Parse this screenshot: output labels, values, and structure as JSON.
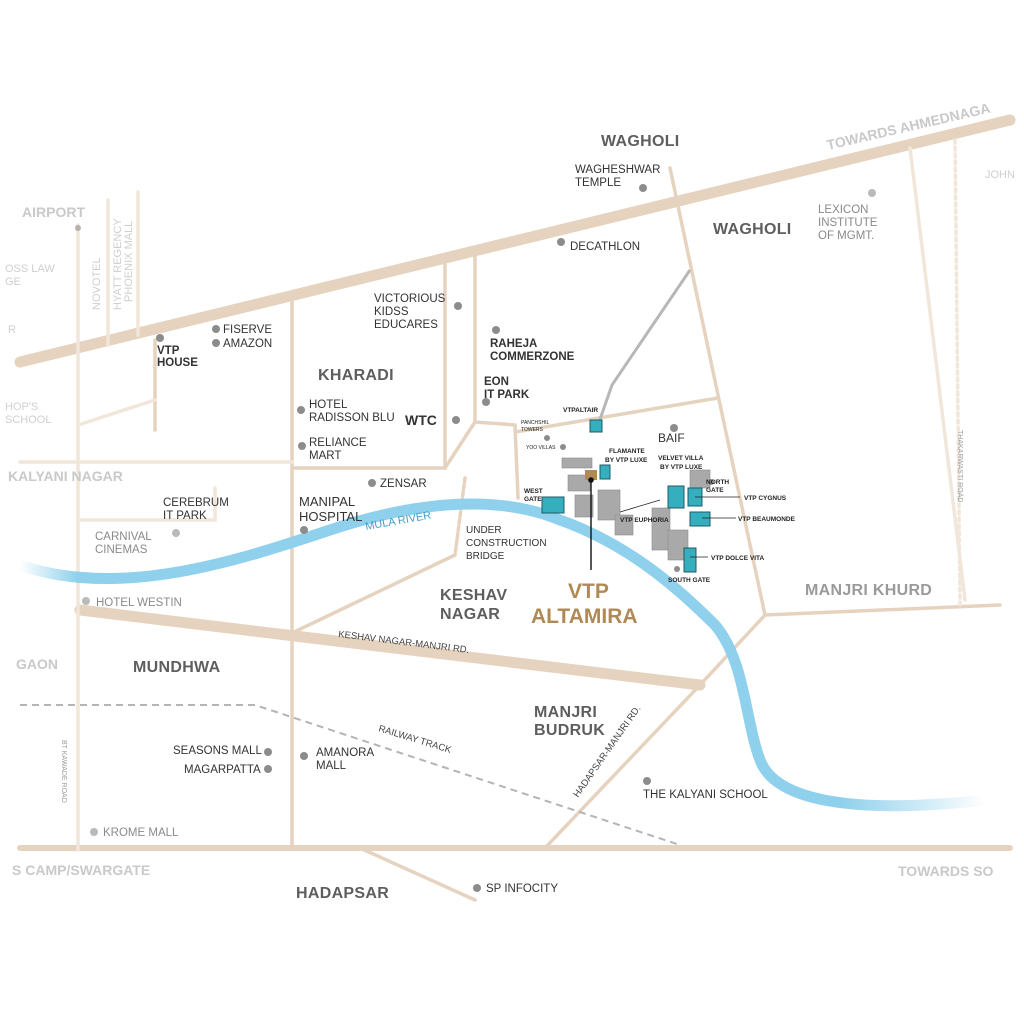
{
  "areas": {
    "wagholi_top": "WAGHOLI",
    "wagholi": "WAGHOLI",
    "kharadi": "KHARADI",
    "keshav_nagar_1": "KESHAV",
    "keshav_nagar_2": "NAGAR",
    "mundhwa": "MUNDHWA",
    "manjri_budruk_1": "MANJRI",
    "manjri_budruk_2": "BUDRUK",
    "manjri_khurd": "MANJRI KHURD",
    "hadapsar": "HADAPSAR",
    "kalyani_nagar": "KALYANI NAGAR",
    "airport": "AIRPORT",
    "koregaon": "GAON",
    "camp": "S CAMP/SWARGATE",
    "towards_ahmednagar": "TOWARDS AHMEDNAGA",
    "towards_solapur": "TOWARDS SO"
  },
  "pois": {
    "wagheshwar_1": "WAGHESHWAR",
    "wagheshwar_2": "TEMPLE",
    "decathlon": "DECATHLON",
    "lexicon_1": "LEXICON",
    "lexicon_2": "INSTITUTE",
    "lexicon_3": "OF MGMT.",
    "victorious_1": "VICTORIOUS",
    "victorious_2": "KIDSS",
    "victorious_3": "EDUCARES",
    "raheja_1": "RAHEJA",
    "raheja_2": "COMMERZONE",
    "eon_1": "EON",
    "eon_2": "IT PARK",
    "fiserve": "FISERVE",
    "amazon": "AMAZON",
    "vtp_house_1": "VTP",
    "vtp_house_2": "HOUSE",
    "radisson_1": "HOTEL",
    "radisson_2": "RADISSON BLU",
    "wtc": "WTC",
    "reliance_1": "RELIANCE",
    "reliance_2": "MART",
    "zensar": "ZENSAR",
    "manipal_1": "MANIPAL",
    "manipal_2": "HOSPITAL",
    "cerebrum_1": "CEREBRUM",
    "cerebrum_2": "IT PARK",
    "carnival_1": "CARNIVAL",
    "carnival_2": "CINEMAS",
    "hotel_westin": "HOTEL WESTIN",
    "under_construction_1": "UNDER",
    "under_construction_2": "CONSTRUCTION",
    "under_construction_3": "BRIDGE",
    "seasons_mall": "SEASONS MALL",
    "magarpatta": "MAGARPATTA",
    "amanora_1": "AMANORA",
    "amanora_2": "MALL",
    "kalyani_school": "THE KALYANI SCHOOL",
    "krome_mall": "KROME MALL",
    "sp_infocity": "SP INFOCITY",
    "baif": "BAIF",
    "novotel": "NOVOTEL",
    "hyatt": "HYATT REGENCY",
    "phoenix": "PHOENIX MALL",
    "symbiosis_1": "OSS LAW",
    "symbiosis_2": "GE",
    "bishops_1": "HOP'S",
    "bishops_2": "SCHOOL",
    "ar": "R",
    "johnson": "JOHN",
    "thakarwasti": "THAKARWASTI ROAD",
    "bt_kawade": "BT KAWADE ROAD"
  },
  "roads": {
    "mula_river": "MULA RIVER",
    "keshav_manjri": "KESHAV NAGAR-MANJRI RD.",
    "railway": "RAILWAY TRACK",
    "hadapsar_manjri": "HADAPSAR-MANJRI RD."
  },
  "project": {
    "name_1": "VTP",
    "name_2": "ALTAMIRA",
    "vtp_altair": "VTPALTAIR",
    "panchshil_1": "PANCHSHIL",
    "panchshil_2": "TOWERS",
    "yoo_villas": "YOO VILLAS",
    "flamante_1": "FLAMANTE",
    "flamante_2": "BY VTP LUXE",
    "velvet_1": "VELVET VILLA",
    "velvet_2": "BY VTP LUXE",
    "north_gate_1": "NORTH",
    "north_gate_2": "GATE",
    "west_gate_1": "WEST",
    "west_gate_2": "GATE",
    "vtp_cygnus": "VTP CYGNUS",
    "vtp_euphoria": "VTP EUPHORIA",
    "vtp_beaumonde": "VTP BEAUMONDE",
    "vtp_dolce_vita": "VTP DOLCE VITA",
    "south_gate": "SOUTH GATE"
  },
  "colors": {
    "road": "#e6d3bf",
    "river": "#8fd0ec",
    "teal": "#35aebd",
    "accent": "#b08a55",
    "poi_dot": "#8c8c8c"
  },
  "icons": [
    "poi-dot-icon",
    "location-pin-icon"
  ]
}
